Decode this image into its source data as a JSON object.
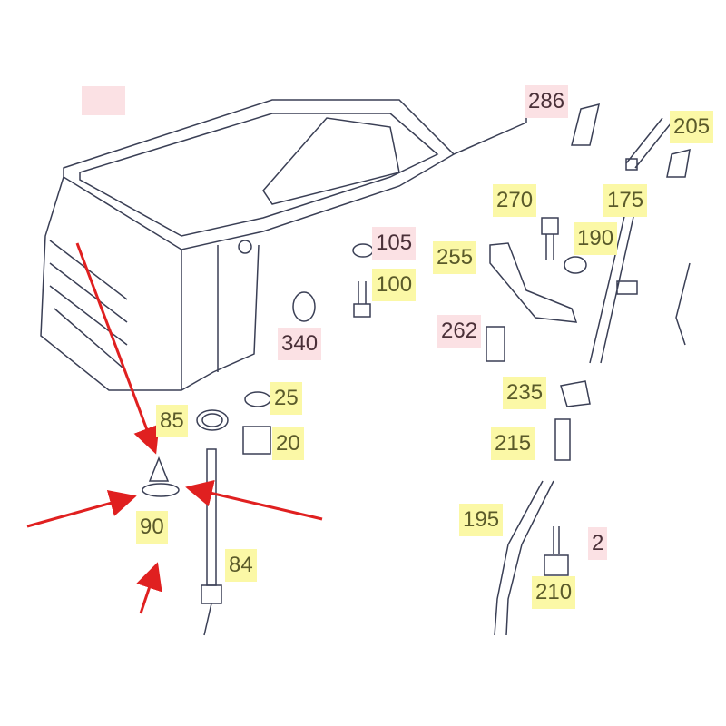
{
  "colors": {
    "yellow_label": "#fbf8a6",
    "pink_label": "#fbe1e4",
    "arrow": "#e02020",
    "line": "#3a3f55"
  },
  "labels": {
    "l286": "286",
    "l205": "205",
    "l270": "270",
    "l175": "175",
    "l190": "190",
    "l105": "105",
    "l255": "255",
    "l100": "100",
    "l262": "262",
    "l340": "340",
    "l235": "235",
    "l25": "25",
    "l85": "85",
    "l20": "20",
    "l215": "215",
    "l90": "90",
    "l195": "195",
    "l84": "84",
    "l2": "2",
    "l210": "210"
  }
}
